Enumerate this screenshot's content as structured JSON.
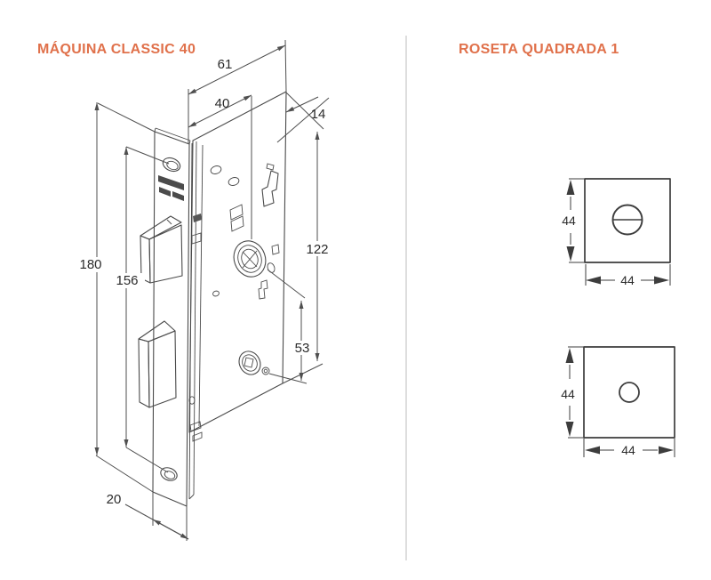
{
  "titles": {
    "left": "MÁQUINA CLASSIC 40",
    "right": "ROSETA QUADRADA 1"
  },
  "colors": {
    "accent_orange": "#e0714b",
    "drawing_line": "#4a4a4a",
    "dimension_text": "#2b2b2b",
    "divider": "#bdbdbd",
    "logo_stamp": "#4b4b4b"
  },
  "lock_dimensions": {
    "body_width": "61",
    "backset": "40",
    "faceplate_thickness": "14",
    "body_height": "122",
    "hub_to_cylinder": "53",
    "faceplate_height": "180",
    "screw_hole_spacing": "156",
    "faceplate_width": "20"
  },
  "rosette_top": {
    "height": "44",
    "width": "44"
  },
  "rosette_bottom": {
    "height": "44",
    "width": "44"
  }
}
